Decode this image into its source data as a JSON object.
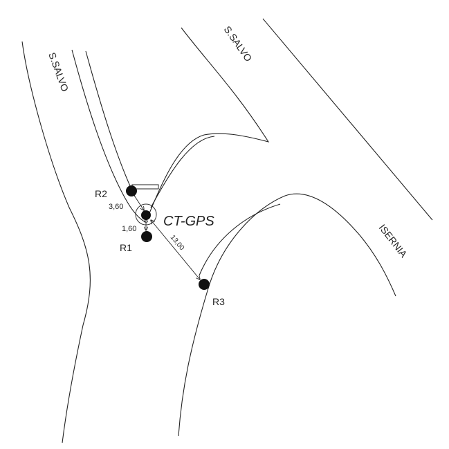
{
  "labels": {
    "road_s_salvo_left": "S.SALVO",
    "road_s_salvo_top": "S.SALVO",
    "road_isernia": "ISERNIA",
    "station_ct_gps": "CT-GPS",
    "receiver_r1": "R1",
    "receiver_r2": "R2",
    "receiver_r3": "R3",
    "dist_r2": "3,60",
    "dist_r1": "1,60",
    "dist_r3": "13,00"
  },
  "colors": {
    "line": "#222222",
    "marker": "#111111",
    "background": "#ffffff"
  }
}
